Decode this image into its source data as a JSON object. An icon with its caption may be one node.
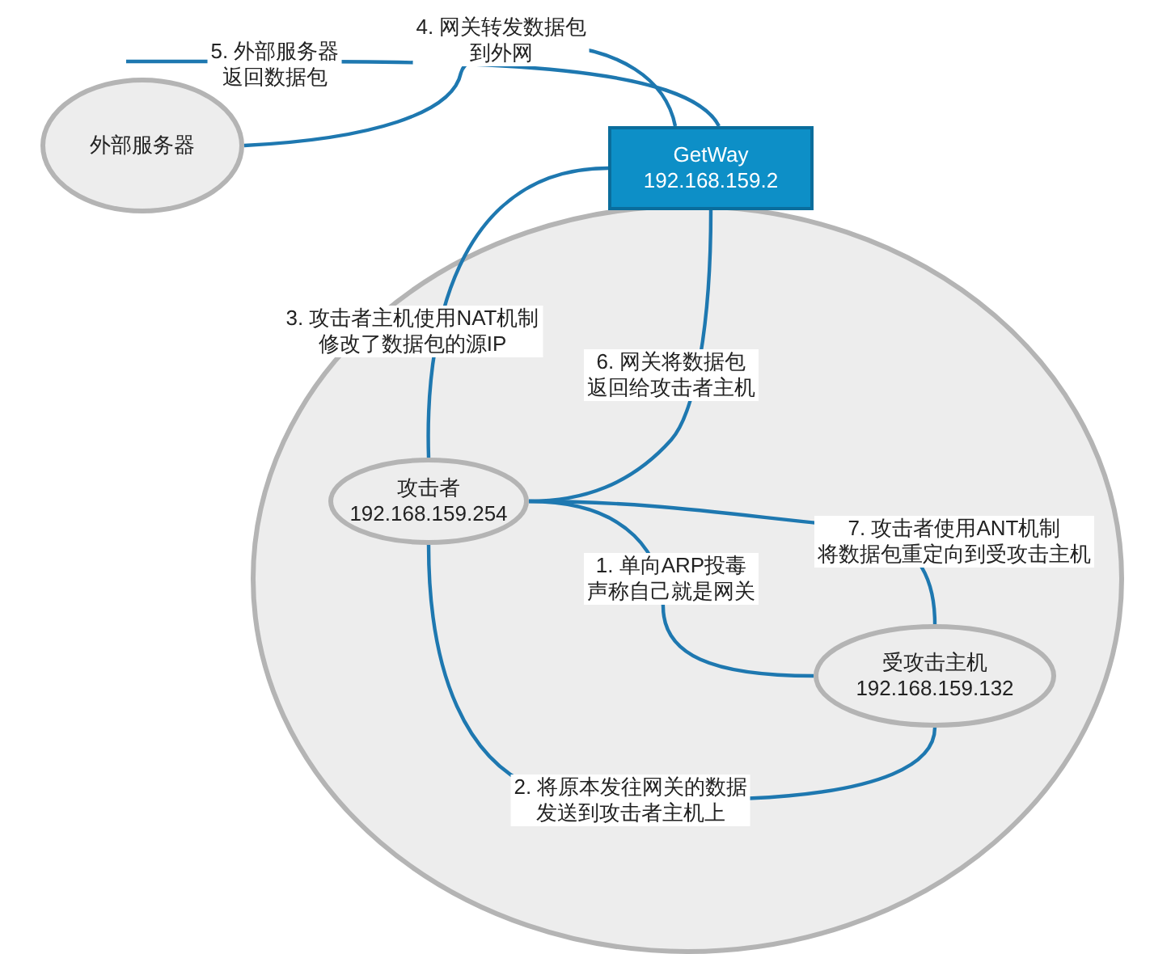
{
  "diagram": {
    "nodes": [
      {
        "text": [
          "外部服务器"
        ]
      },
      {
        "text": [],
        "shape": "circle"
      },
      {
        "text": [
          "GetWay",
          "192.168.159.2"
        ]
      },
      {
        "text": [
          "攻击者",
          "192.168.159.254"
        ],
        "in": 1
      },
      {
        "text": [
          "受攻击主机",
          "192.168.159.132"
        ],
        "in": 1
      }
    ],
    "edges": [
      {
        "from": 3,
        "to": 4,
        "arrow": "none",
        "label": "1. 单向ARP投毒声称自己就是网关"
      },
      {
        "from": 3,
        "to": 4,
        "arrow": "none",
        "label": "2. 将原本发往网关的数据发送到攻击者主机上"
      },
      {
        "from": 3,
        "to": 2,
        "arrow": "none",
        "label": "3. 攻击者主机使用NAT机制修改了数据包的源IP"
      },
      {
        "from": 0,
        "to": 2,
        "arrow": "none",
        "label": "4. 网关转发数据包到外网"
      },
      {
        "from": null,
        "to": 2,
        "arrow": "none",
        "label": "5. 外部服务器返回数据包"
      },
      {
        "from": 2,
        "to": 3,
        "arrow": "none",
        "label": "6. 网关将数据包返回给攻击者主机"
      },
      {
        "from": 3,
        "to": 4,
        "arrow": "none",
        "label": "7. 攻击者使用ANT机制将数据包重定向到受攻击主机"
      }
    ]
  }
}
